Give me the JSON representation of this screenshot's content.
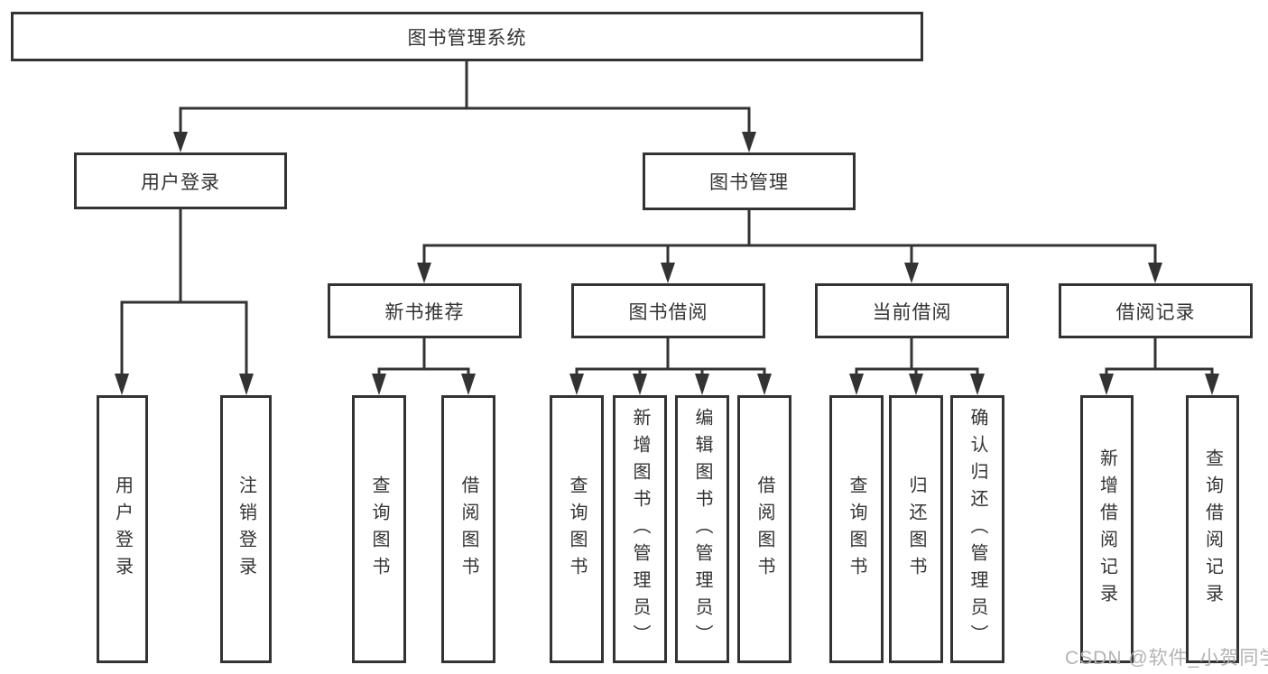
{
  "diagram": {
    "root": {
      "label": "图书管理系统"
    },
    "branches": [
      {
        "label": "用户登录",
        "children": [
          {
            "label": "用户登录"
          },
          {
            "label": "注销登录"
          }
        ]
      },
      {
        "label": "图书管理",
        "children": [
          {
            "label": "新书推荐",
            "children": [
              {
                "label": "查询图书"
              },
              {
                "label": "借阅图书"
              }
            ]
          },
          {
            "label": "图书借阅",
            "children": [
              {
                "label": "查询图书"
              },
              {
                "label": "新增图书（管理员）"
              },
              {
                "label": "编辑图书（管理员）"
              },
              {
                "label": "借阅图书"
              }
            ]
          },
          {
            "label": "当前借阅",
            "children": [
              {
                "label": "查询图书"
              },
              {
                "label": "归还图书"
              },
              {
                "label": "确认归还（管理员）"
              }
            ]
          },
          {
            "label": "借阅记录",
            "children": [
              {
                "label": "新增借阅记录"
              },
              {
                "label": "查询借阅记录"
              }
            ]
          }
        ]
      }
    ]
  },
  "watermark": {
    "text": "CSDN @软件_小贺同学"
  },
  "colors": {
    "line": "#333333",
    "text": "#333333",
    "box_background": "#ffffff",
    "watermark": "#b3b3b3",
    "background": "#ffffff"
  }
}
